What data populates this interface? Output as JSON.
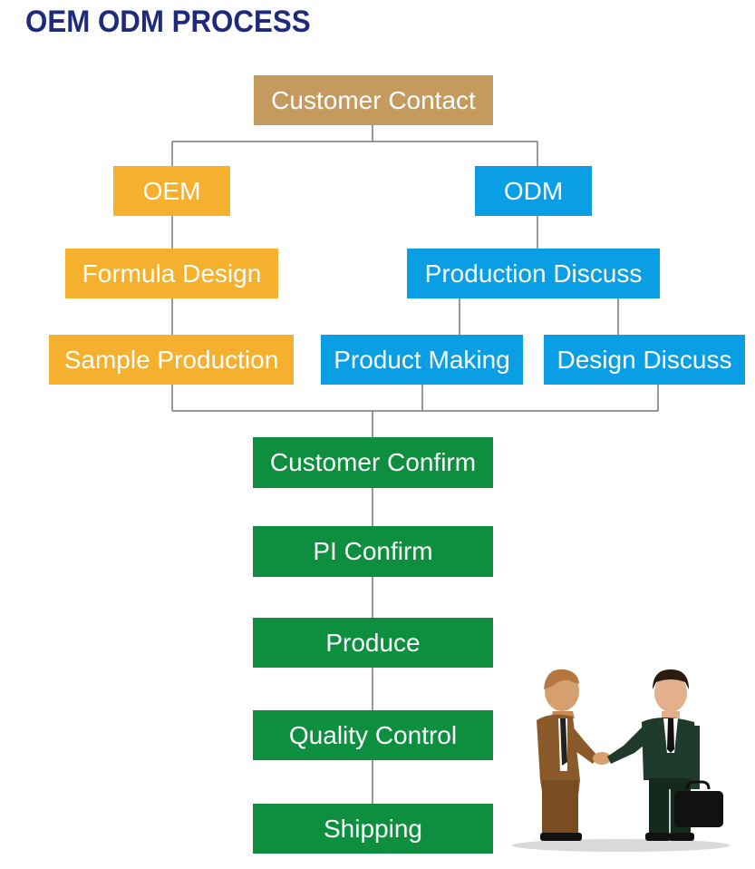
{
  "title": "OEM ODM PROCESS",
  "colors": {
    "title": "#1f2a7d",
    "root": "#c49a5e",
    "oem_branch": "#f5b02e",
    "odm_branch": "#0a9ee5",
    "common_flow": "#0d8f3f",
    "connector": "#777777"
  },
  "nodes": {
    "customer_contact": "Customer Contact",
    "oem": "OEM",
    "odm": "ODM",
    "formula_design": "Formula Design",
    "production_discuss": "Production Discuss",
    "sample_production": "Sample Production",
    "product_making": "Product Making",
    "design_discuss": "Design Discuss",
    "customer_confirm": "Customer Confirm",
    "pi_confirm": "PI Confirm",
    "produce": "Produce",
    "quality_control": "Quality Control",
    "shipping": "Shipping"
  },
  "edges": [
    [
      "customer_contact",
      "oem"
    ],
    [
      "customer_contact",
      "odm"
    ],
    [
      "oem",
      "formula_design"
    ],
    [
      "formula_design",
      "sample_production"
    ],
    [
      "odm",
      "production_discuss"
    ],
    [
      "production_discuss",
      "product_making"
    ],
    [
      "production_discuss",
      "design_discuss"
    ],
    [
      "sample_production",
      "customer_confirm"
    ],
    [
      "product_making",
      "customer_confirm"
    ],
    [
      "design_discuss",
      "customer_confirm"
    ],
    [
      "customer_confirm",
      "pi_confirm"
    ],
    [
      "pi_confirm",
      "produce"
    ],
    [
      "produce",
      "quality_control"
    ],
    [
      "quality_control",
      "shipping"
    ]
  ],
  "illustration": "handshake-businessmen"
}
